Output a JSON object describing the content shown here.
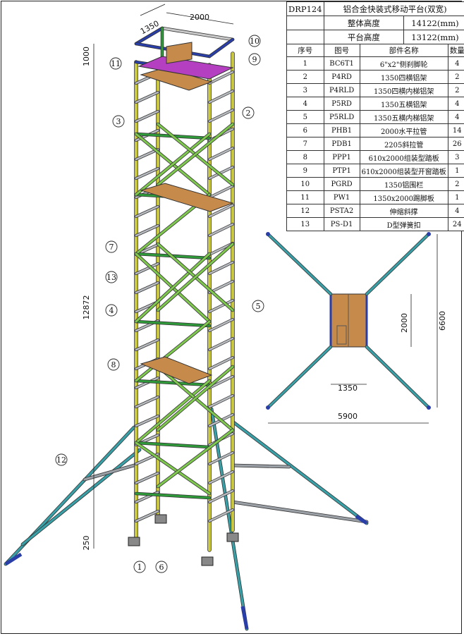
{
  "title_block": {
    "model_code": "DRP124",
    "product_name": "铝合金快装式移动平台(双宽)",
    "overall_height_label": "整体高度",
    "overall_height_value": "14122(mm)",
    "platform_height_label": "平台高度",
    "platform_height_value": "13122(mm)"
  },
  "bom": {
    "headers": [
      "序号",
      "图号",
      "部件名称",
      "数量"
    ],
    "rows": [
      {
        "no": "1",
        "part": "BC6T1",
        "name": "6\"x2\"侧刹脚轮",
        "qty": "4"
      },
      {
        "no": "2",
        "part": "P4RD",
        "name": "1350四横铝架",
        "qty": "2"
      },
      {
        "no": "3",
        "part": "P4RLD",
        "name": "1350四横内梯铝架",
        "qty": "2"
      },
      {
        "no": "4",
        "part": "P5RD",
        "name": "1350五横铝架",
        "qty": "4"
      },
      {
        "no": "5",
        "part": "P5RLD",
        "name": "1350五横内梯铝架",
        "qty": "4"
      },
      {
        "no": "6",
        "part": "PHB1",
        "name": "2000水平拉管",
        "qty": "14"
      },
      {
        "no": "7",
        "part": "PDB1",
        "name": "2205斜拉管",
        "qty": "26"
      },
      {
        "no": "8",
        "part": "PPP1",
        "name": "610x2000组装型踏板",
        "qty": "3"
      },
      {
        "no": "9",
        "part": "PTP1",
        "name": "610x2000组装型开窗踏板",
        "qty": "1"
      },
      {
        "no": "10",
        "part": "PGRD",
        "name": "1350铝围栏",
        "qty": "2"
      },
      {
        "no": "11",
        "part": "PW1",
        "name": "1350x2000踢脚板",
        "qty": "1"
      },
      {
        "no": "12",
        "part": "PSTA2",
        "name": "伸缩斜撑",
        "qty": "4"
      },
      {
        "no": "13",
        "part": "PS-D1",
        "name": "D型弹簧扣",
        "qty": "24"
      }
    ]
  },
  "elevation_dimensions": {
    "width_side": "1350",
    "length_side": "2000",
    "guardrail_height": "1000",
    "platform_height": "12872",
    "caster_height": "250"
  },
  "plan_dimensions": {
    "frame_length": "2000",
    "stabilizer_span_y": "6600",
    "frame_width": "1350",
    "stabilizer_span_x": "5900"
  },
  "balloons": [
    "1",
    "2",
    "3",
    "4",
    "5",
    "6",
    "7",
    "8",
    "9",
    "10",
    "11",
    "12",
    "13"
  ],
  "colors": {
    "frame_yellow": "#c9c640",
    "frame_green": "#2f9a3a",
    "brace_green": "#7fc94f",
    "platform_wood": "#c68a4a",
    "guardrail_blue": "#2a3ea8",
    "toeboard_magenta": "#b43fc0",
    "stabilizer_teal": "#3aa0a8",
    "grey_tube": "#9aa0a6"
  }
}
